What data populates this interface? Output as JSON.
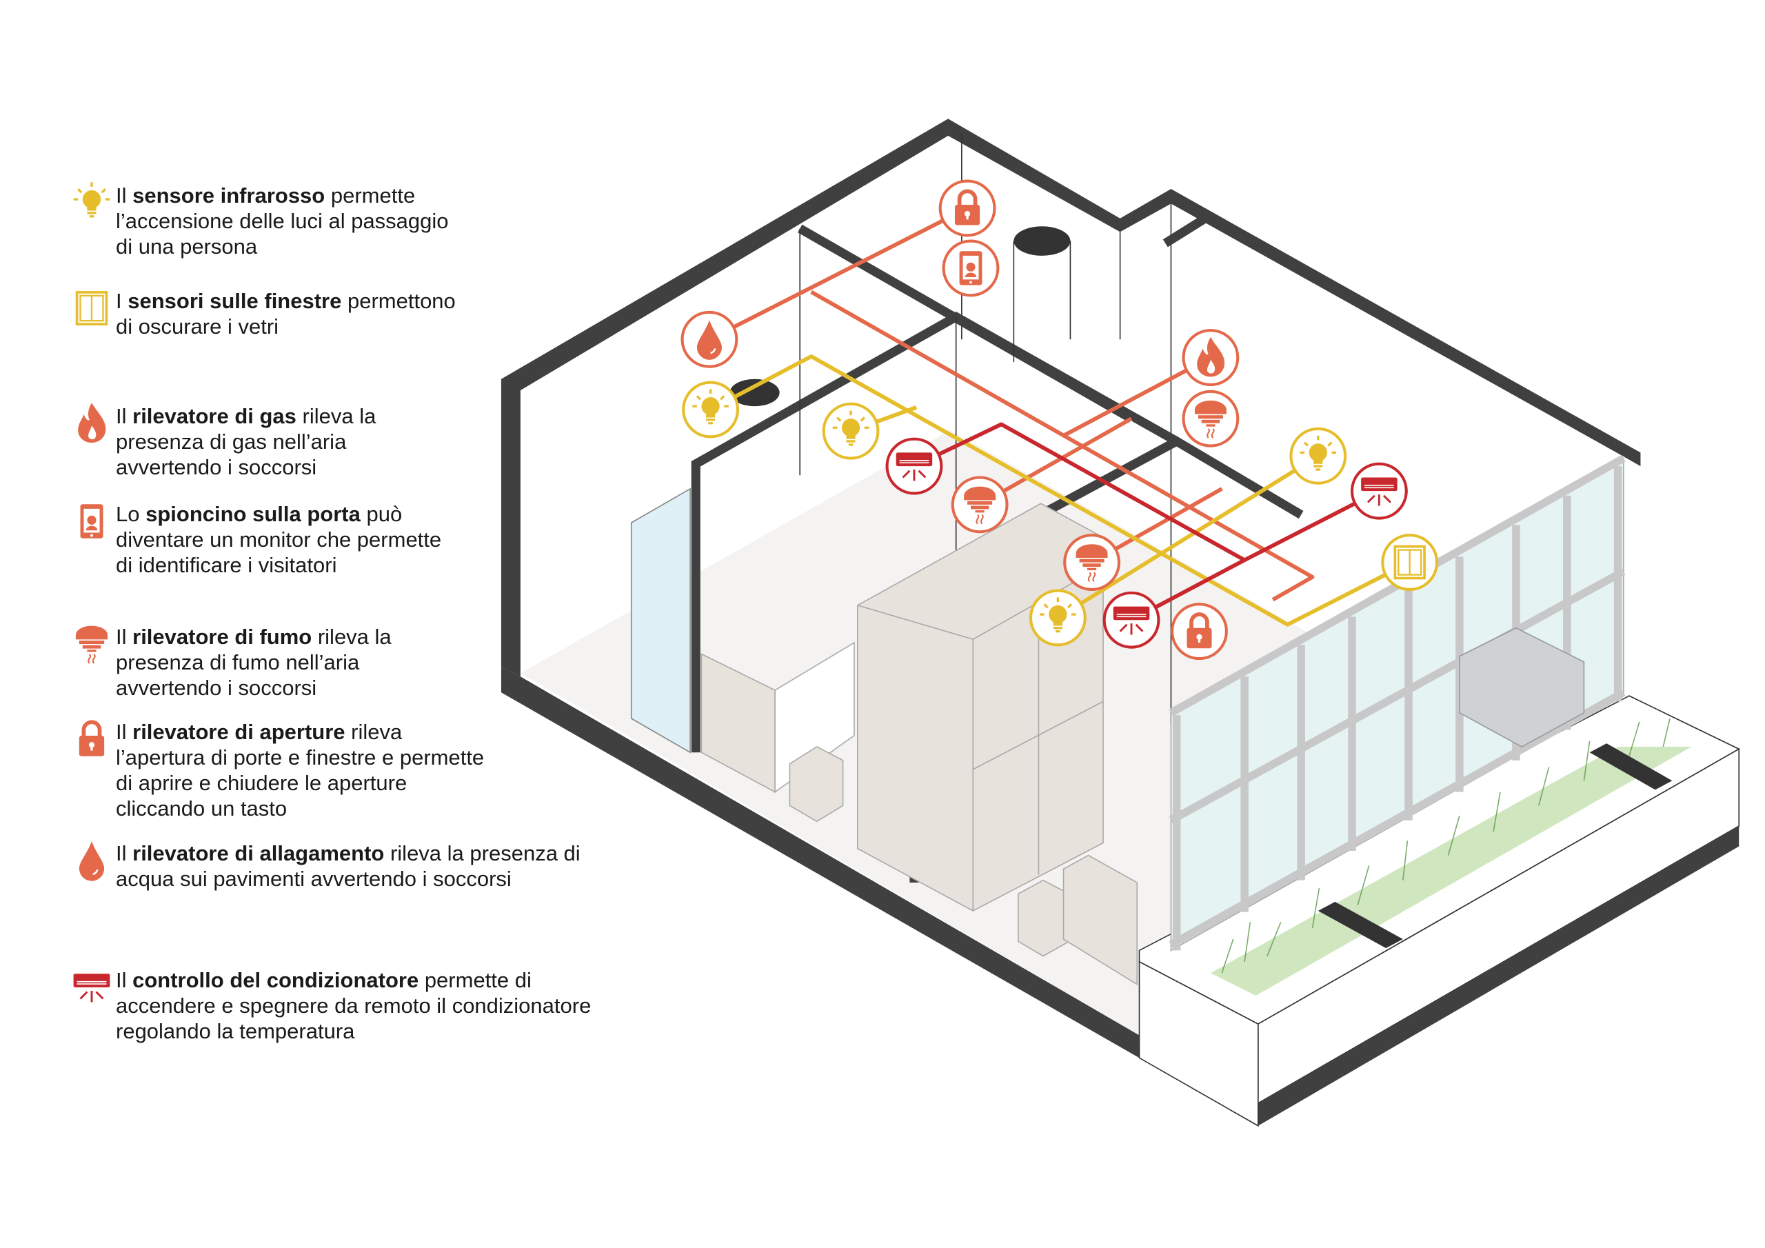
{
  "legend": [
    {
      "icon": "lightbulb-icon",
      "pre": "Il ",
      "bold": "sensore infrarosso",
      "post": " permette",
      "lines": [
        "l’accensione delle luci al passaggio",
        "di una persona"
      ]
    },
    {
      "icon": "window-icon",
      "pre": "I ",
      "bold": "sensori sulle finestre",
      "post": " permettono",
      "lines": [
        "di oscurare i vetri"
      ]
    },
    {
      "icon": "flame-icon",
      "pre": "Il ",
      "bold": "rilevatore di gas",
      "post": " rileva la",
      "lines": [
        "presenza di gas nell’aria",
        "avvertendo i soccorsi"
      ]
    },
    {
      "icon": "tablet-icon",
      "pre": "Lo ",
      "bold": "spioncino sulla porta",
      "post": " può",
      "lines": [
        "diventare un monitor che permette",
        "di identificare i visitatori"
      ]
    },
    {
      "icon": "smoke-detector-icon",
      "pre": "Il ",
      "bold": "rilevatore di fumo",
      "post": " rileva la",
      "lines": [
        "presenza di fumo nell’aria",
        "avvertendo i soccorsi"
      ]
    },
    {
      "icon": "padlock-icon",
      "pre": "Il ",
      "bold": "rilevatore di aperture",
      "post": " rileva",
      "lines": [
        "l’apertura di porte e finestre e permette",
        "di aprire e chiudere le aperture",
        "cliccando un tasto"
      ]
    },
    {
      "icon": "water-drop-icon",
      "pre": "Il ",
      "bold": "rilevatore di allagamento",
      "post": " rileva la presenza di",
      "lines": [
        "acqua sui pavimenti avvertendo i soccorsi"
      ]
    },
    {
      "icon": "air-conditioner-icon",
      "pre": "Il ",
      "bold": "controllo del condizionatore",
      "post": " permette di",
      "lines": [
        "accendere e spegnere da remoto il condizionatore",
        "regolando la temperatura"
      ]
    }
  ],
  "colors": {
    "orange": "#e4694a",
    "yellow": "#e6bd2a",
    "red": "#c8282d",
    "wall": "#404040",
    "furniture": "#e8e2dc",
    "glass": "#dff1f7"
  }
}
